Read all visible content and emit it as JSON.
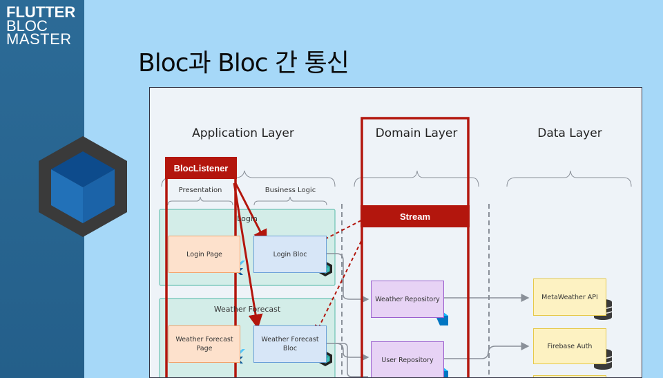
{
  "sidebar": {
    "logo": [
      "FLUTTER",
      "BLOC",
      "MASTER"
    ]
  },
  "slide": {
    "title": "Bloc과 Bloc 간 통신"
  },
  "diagram": {
    "layers": [
      "Application Layer",
      "Domain Layer",
      "Data Layer"
    ],
    "sub_sections": [
      "Presentation",
      "Business Logic"
    ],
    "groups": [
      "Login",
      "Weather Forecast"
    ],
    "presentation": [
      "Login Page",
      "Weather Forecast Page"
    ],
    "blocs": [
      "Login Bloc",
      "Weather Forecast Bloc"
    ],
    "repositories": [
      "Weather Repository",
      "User Repository"
    ],
    "data_sources": [
      "MetaWeather API",
      "Firebase Auth"
    ],
    "highlights": {
      "listener": "BlocListener",
      "stream": "Stream"
    },
    "colors": {
      "highlight_red": "#b3160d",
      "slide_bg": "#a6d8f8",
      "sidebar_bg": "#2c6b97"
    }
  }
}
